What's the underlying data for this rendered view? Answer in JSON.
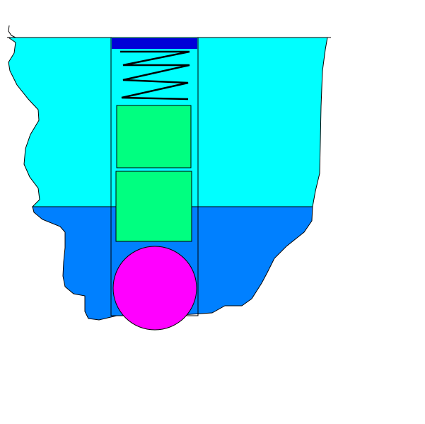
{
  "diagram": {
    "background_color": "#ffffff",
    "upper_body_color": "#00ffff",
    "lower_body_color": "#0080ff",
    "cap_color": "#0000d8",
    "block_color": "#00ff80",
    "ball_color": "#ff00ff",
    "spring_color": "#000000",
    "outline_color": "#000000",
    "shapes": [
      "upper-body",
      "lower-body",
      "channel",
      "cap",
      "spring",
      "upper-block",
      "lower-block",
      "ball"
    ]
  }
}
